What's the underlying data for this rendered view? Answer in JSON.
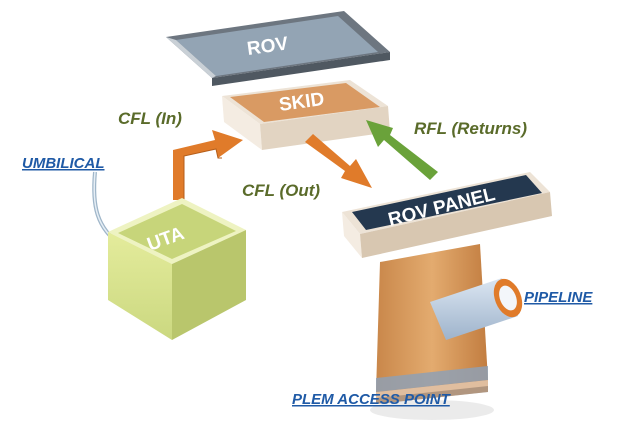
{
  "blocks": {
    "rov": "ROV",
    "skid": "SKID",
    "uta": "UTA",
    "rov_panel": "ROV PANEL"
  },
  "flows": {
    "cfl_in": "CFL (In)",
    "cfl_out": "CFL (Out)",
    "rfl_returns": "RFL (Returns)"
  },
  "links": {
    "umbilical": "UMBILICAL",
    "pipeline": "PIPELINE",
    "plem_access_point": "PLEM ACCESS POINT"
  },
  "colors": {
    "rov_top": "#8e9fae",
    "skid_top": "#d99a63",
    "uta_face": "#c7d57a",
    "panel_top": "#24384f",
    "plem_body": "#d9a064",
    "pipe": "#b9c9dc",
    "orange_arrow": "#e07b2a",
    "green_arrow": "#6aa23a",
    "flow_text": "#5a6b2a",
    "link_text": "#1f5aa6"
  }
}
